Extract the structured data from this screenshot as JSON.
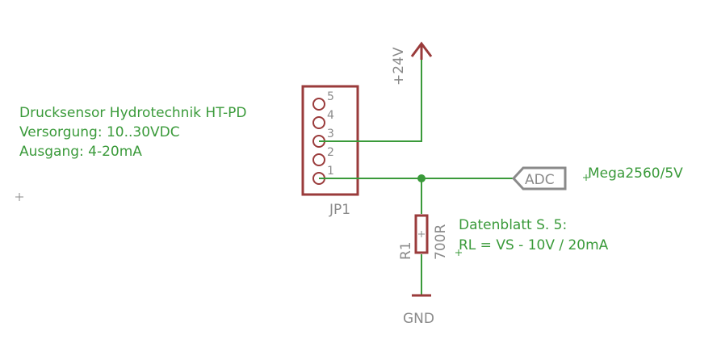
{
  "notes": {
    "line1": "Drucksensor Hydrotechnik HT-PD",
    "line2": "Versorgung: 10..30VDC",
    "line3": "Ausgang: 4-20mA"
  },
  "connector": {
    "name": "JP1",
    "pins": [
      "5",
      "4",
      "3",
      "2",
      "1"
    ]
  },
  "supply": {
    "label": "+24V"
  },
  "adc": {
    "label": "ADC",
    "board": "Mega2560/5V"
  },
  "resistor": {
    "name": "R1",
    "value": "700R"
  },
  "ground": {
    "label": "GND"
  },
  "datasheet": {
    "line1": "Datenblatt S. 5:",
    "line2": "RL = VS - 10V / 20mA"
  }
}
